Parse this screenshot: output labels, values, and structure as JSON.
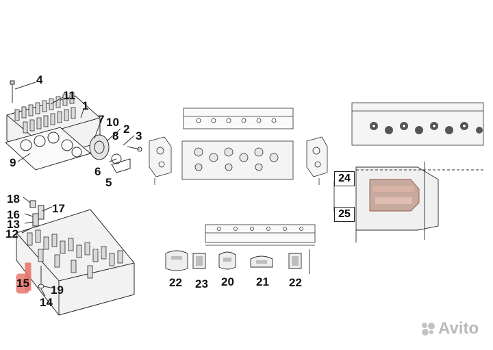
{
  "callouts": [
    {
      "id": "c4",
      "text": "4"
    },
    {
      "id": "c11",
      "text": "11"
    },
    {
      "id": "c1",
      "text": "1"
    },
    {
      "id": "c7",
      "text": "7"
    },
    {
      "id": "c10",
      "text": "10"
    },
    {
      "id": "c2",
      "text": "2"
    },
    {
      "id": "c8",
      "text": "8"
    },
    {
      "id": "c3",
      "text": "3"
    },
    {
      "id": "c6",
      "text": "6"
    },
    {
      "id": "c5",
      "text": "5"
    },
    {
      "id": "c9",
      "text": "9"
    },
    {
      "id": "c18",
      "text": "18"
    },
    {
      "id": "c17",
      "text": "17"
    },
    {
      "id": "c16",
      "text": "16"
    },
    {
      "id": "c13",
      "text": "13"
    },
    {
      "id": "c12",
      "text": "12"
    },
    {
      "id": "c15",
      "text": "15"
    },
    {
      "id": "c19",
      "text": "19"
    },
    {
      "id": "c14",
      "text": "14"
    },
    {
      "id": "c22a",
      "text": "22"
    },
    {
      "id": "c23",
      "text": "23"
    },
    {
      "id": "c20",
      "text": "20"
    },
    {
      "id": "c21",
      "text": "21"
    },
    {
      "id": "c22b",
      "text": "22"
    },
    {
      "id": "c24",
      "text": "24"
    },
    {
      "id": "c25",
      "text": "25"
    }
  ],
  "watermark": {
    "text": "Avito"
  },
  "colors": {
    "line": "#2a2a2a",
    "highlight": "#e8786e",
    "watermark": "#b9b9b9"
  }
}
